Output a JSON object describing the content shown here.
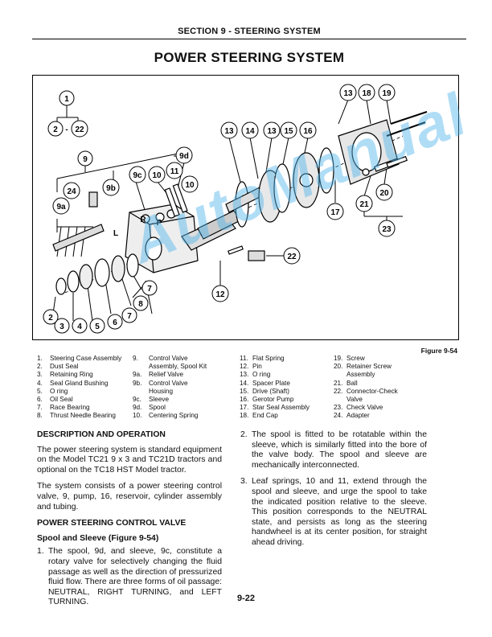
{
  "header": {
    "section": "SECTION 9 - STEERING SYSTEM",
    "title": "POWER STEERING SYSTEM"
  },
  "figure": {
    "label": "Figure 9-54",
    "callouts": [
      "1",
      "2 - 22",
      "9",
      "9d",
      "9c",
      "10",
      "11",
      "10",
      "24",
      "9b",
      "9a",
      "R",
      "P",
      "L",
      "12",
      "13",
      "14",
      "13",
      "15",
      "16",
      "13",
      "18",
      "19",
      "17",
      "21",
      "20",
      "23",
      "22",
      "2",
      "3",
      "4",
      "5",
      "6",
      "7",
      "8",
      "7"
    ]
  },
  "legend": {
    "col1": [
      {
        "n": "1.",
        "t": "Steering Case Assembly"
      },
      {
        "n": "2.",
        "t": "Dust Seal"
      },
      {
        "n": "3.",
        "t": "Retaining Ring"
      },
      {
        "n": "4.",
        "t": "Seal Gland Bushing"
      },
      {
        "n": "5.",
        "t": "O ring"
      },
      {
        "n": "6.",
        "t": "Oil Seal"
      },
      {
        "n": "7.",
        "t": "Race Bearing"
      },
      {
        "n": "8.",
        "t": "Thrust Needle Bearing"
      }
    ],
    "col2": [
      {
        "n": "9.",
        "t": "Control Valve"
      },
      {
        "n": "",
        "t": "Assembly, Spool Kit"
      },
      {
        "n": "9a.",
        "t": "Relief Valve"
      },
      {
        "n": "9b.",
        "t": "Control Valve"
      },
      {
        "n": "",
        "t": "Housing"
      },
      {
        "n": "9c.",
        "t": "Sleeve"
      },
      {
        "n": "9d.",
        "t": "Spool"
      },
      {
        "n": "10.",
        "t": "Centering Spring"
      }
    ],
    "col3": [
      {
        "n": "11.",
        "t": "Flat Spring"
      },
      {
        "n": "12.",
        "t": "Pin"
      },
      {
        "n": "13.",
        "t": "O ring"
      },
      {
        "n": "14.",
        "t": "Spacer Plate"
      },
      {
        "n": "15.",
        "t": "Drive (Shaft)"
      },
      {
        "n": "16.",
        "t": "Gerotor Pump"
      },
      {
        "n": "17.",
        "t": "Star Seal Assembly"
      },
      {
        "n": "18.",
        "t": "End Cap"
      }
    ],
    "col4": [
      {
        "n": "19.",
        "t": "Screw"
      },
      {
        "n": "20.",
        "t": "Retainer Screw"
      },
      {
        "n": "",
        "t": "Assembly"
      },
      {
        "n": "21.",
        "t": "Ball"
      },
      {
        "n": "22.",
        "t": "Connector-Check"
      },
      {
        "n": "",
        "t": "Valve"
      },
      {
        "n": "23.",
        "t": "Check Valve"
      },
      {
        "n": "24.",
        "t": "Adapter"
      }
    ]
  },
  "left_text": {
    "heading1": "DESCRIPTION AND OPERATION",
    "para1": "The power steering system is standard equipment on the Model TC21 9 x 3 and TC21D tractors and optional on the TC18 HST Model tractor.",
    "para2": "The system consists of a power steering control valve, 9, pump, 16, reservoir, cylinder assembly and tubing.",
    "heading2": "POWER STEERING CONTROL VALVE",
    "heading3": "Spool and Sleeve (Figure 9-54)",
    "item1_n": "1.",
    "item1_t": "The spool, 9d, and sleeve, 9c, constitute a rotary valve for selectively changing the fluid passage as well as the direction of pressurized fluid flow. There are three forms of oil passage: NEUTRAL, RIGHT TURNING, and LEFT TURNING."
  },
  "right_text": {
    "item2_n": "2.",
    "item2_t": "The spool is fitted to be rotatable within the sleeve, which is similarly fitted into the bore of the valve body. The spool and sleeve are mechanically interconnected.",
    "item3_n": "3.",
    "item3_t": "Leaf springs, 10 and 11, extend through the spool and sleeve, and urge the spool to take the indicated position relative to the sleeve. This position corresponds to the NEUTRAL state, and persists as long as the steering handwheel is at its center position, for straight ahead driving."
  },
  "footer": {
    "page_number": "9-22"
  },
  "watermark": {
    "text": "AutoManual",
    "color": "#50b4eb"
  }
}
